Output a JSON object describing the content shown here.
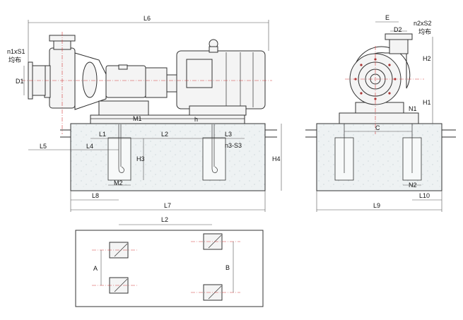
{
  "labels": {
    "L6": "L6",
    "D1": "D1",
    "n1S1_a": "n1xS1",
    "n1S1_b": "均布",
    "M1": "M1",
    "h": "h",
    "L1": "L1",
    "L2": "L2",
    "L3": "L3",
    "L5": "L5",
    "L4": "L4",
    "n3S3": "n3-S3",
    "H3": "H3",
    "H4": "H4",
    "M2": "M2",
    "L8": "L8",
    "L7": "L7",
    "E": "E",
    "D2": "D2",
    "n2S2_a": "n2xS2",
    "n2S2_b": "均布",
    "H2": "H2",
    "H1": "H1",
    "N1": "N1",
    "C": "C",
    "N2": "N2",
    "L9": "L9",
    "L10": "L10",
    "L2_plan": "L2",
    "A": "A",
    "B": "B"
  }
}
